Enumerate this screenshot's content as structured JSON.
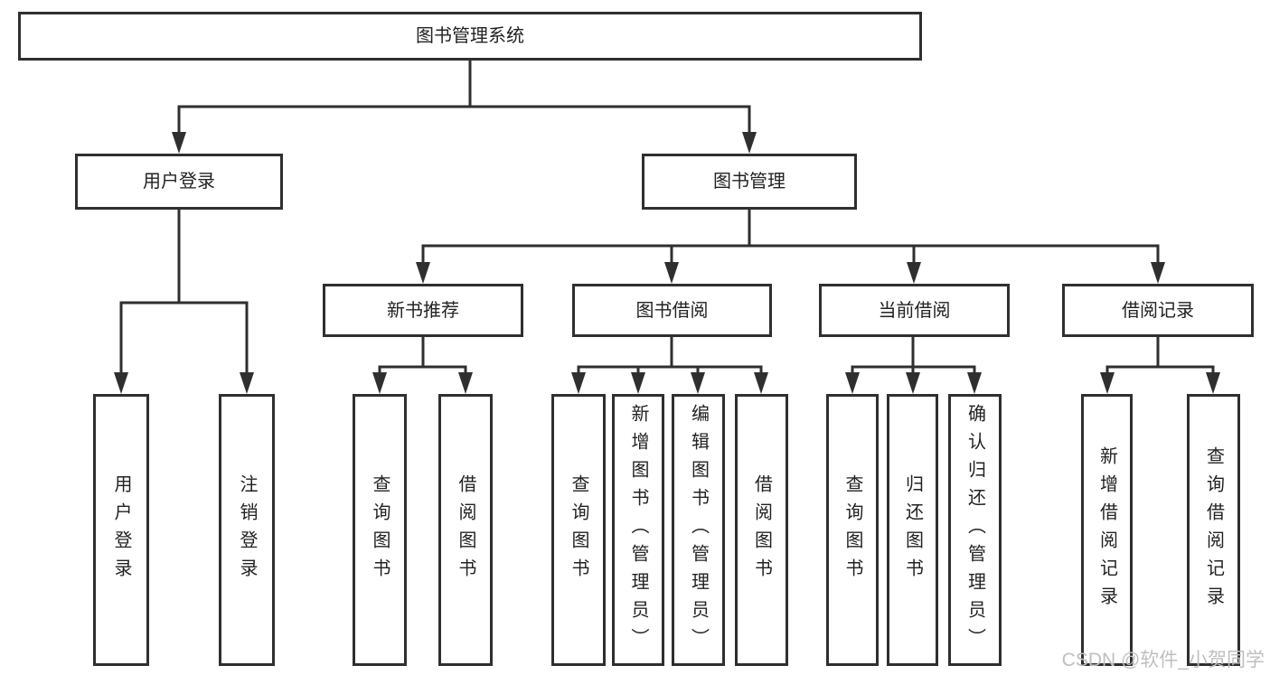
{
  "diagram": {
    "root": {
      "label": "图书管理系统"
    },
    "level1": [
      {
        "label": "用户登录",
        "children": [
          {
            "label": "用户登录"
          },
          {
            "label": "注销登录"
          }
        ]
      },
      {
        "label": "图书管理",
        "children": [
          {
            "label": "新书推荐",
            "children": [
              {
                "label": "查询图书"
              },
              {
                "label": "借阅图书"
              }
            ]
          },
          {
            "label": "图书借阅",
            "children": [
              {
                "label": "查询图书"
              },
              {
                "label": "新增图书（管理员）"
              },
              {
                "label": "编辑图书（管理员）"
              },
              {
                "label": "借阅图书"
              }
            ]
          },
          {
            "label": "当前借阅",
            "children": [
              {
                "label": "查询图书"
              },
              {
                "label": "归还图书"
              },
              {
                "label": "确认归还（管理员）"
              }
            ]
          },
          {
            "label": "借阅记录",
            "children": [
              {
                "label": "新增借阅记录"
              },
              {
                "label": "查询借阅记录"
              }
            ]
          }
        ]
      }
    ]
  },
  "watermark": {
    "text": "CSDN @软件_小贺同学"
  },
  "colors": {
    "line": "#2f2f2f",
    "text": "#222222",
    "watermark": "#bfbfbf",
    "background": "#ffffff"
  }
}
